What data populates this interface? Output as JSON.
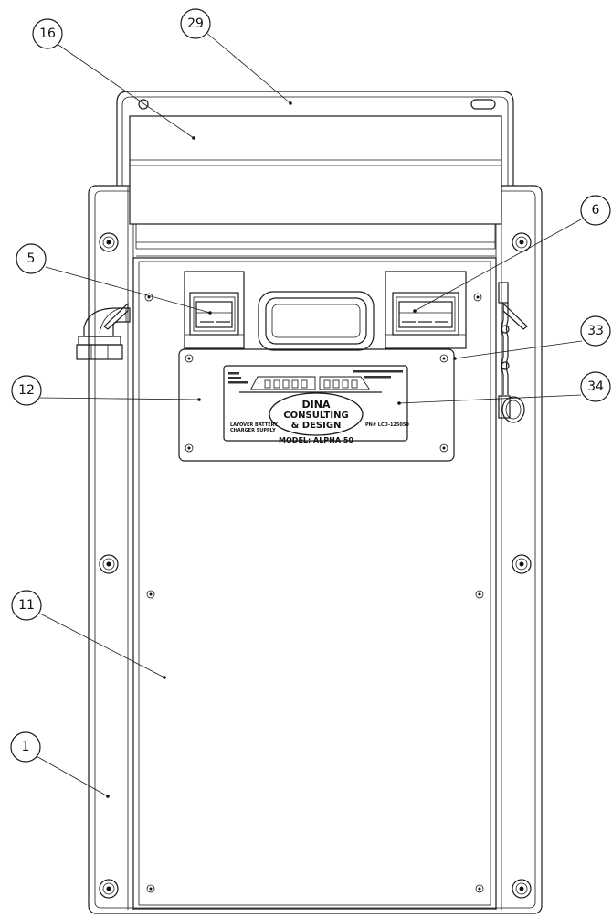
{
  "callouts": {
    "c16": "16",
    "c29": "29",
    "c6": "6",
    "c5": "5",
    "c33": "33",
    "c12": "12",
    "c34": "34",
    "c11": "11",
    "c1": "1"
  },
  "nameplate": {
    "company_line1": "DINA",
    "company_line2": "CONSULTING",
    "company_line3": "& DESIGN",
    "model": "MODEL: ALPHA 50",
    "left_text_1": "LAYOVER BATTERY",
    "left_text_2": "CHARGER SUPPLY",
    "part_number": "PN# LCD-125050"
  }
}
